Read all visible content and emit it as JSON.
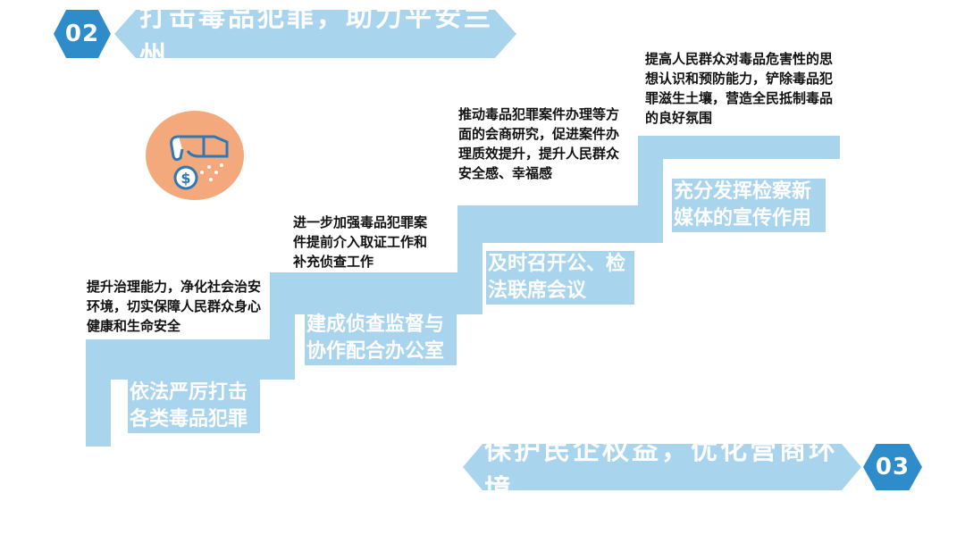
{
  "header": {
    "number": "02",
    "title": "打击毒品犯罪，助力平安兰州"
  },
  "footer": {
    "number": "03",
    "title": "保护民企权益，优化营商环境"
  },
  "icon": {
    "name": "hand-dropping-coin-icon",
    "accent": "#f4a97c",
    "line": "#2f78b4"
  },
  "colors": {
    "stair": "#a9d4ee",
    "hex": "#2d8cc9",
    "ribbon": "#a9d4ee",
    "text": "#111111"
  },
  "steps": [
    {
      "action": "依法严厉打击各类毒品犯罪",
      "effect": "提升治理能力，净化社会治安环境，切实保障人民群众身心健康和生命安全"
    },
    {
      "action": "建成侦查监督与协作配合办公室",
      "effect": "进一步加强毒品犯罪案件提前介入取证工作和补充侦查工作"
    },
    {
      "action": "及时召开公、检法联席会议",
      "effect": "推动毒品犯罪案件办理等方面的会商研究，促进案件办理质效提升，提升人民群众安全感、幸福感"
    },
    {
      "action": "充分发挥检察新媒体的宣传作用",
      "effect": "提高人民群众对毒品危害性的思想认识和预防能力，铲除毒品犯罪滋生土壤，营造全民抵制毒品的良好氛围"
    }
  ]
}
